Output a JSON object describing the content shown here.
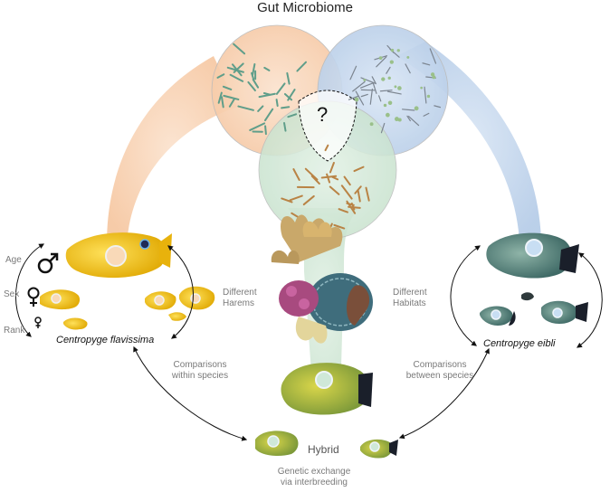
{
  "title": "Gut Microbiome",
  "question_mark": "?",
  "left_axis": {
    "age": "Age",
    "sex": "Sex",
    "rank": "Rank"
  },
  "left_species": "Centropyge flavissima",
  "right_species": "Centropyge eibli",
  "different_harems": [
    "Different",
    "Harems"
  ],
  "different_habitats": [
    "Different",
    "Habitats"
  ],
  "within_species": [
    "Comparisons",
    "within species"
  ],
  "between_species": [
    "Comparisons",
    "between species"
  ],
  "hybrid": "Hybrid",
  "genetic_exchange": [
    "Genetic exchange",
    "via interbreeding"
  ],
  "colors": {
    "orange_beam": "#f7c9a6",
    "blue_beam": "#b9cfe9",
    "green_beam": "#c8e3cf",
    "yellow_fish": "#f1c61a",
    "microbe_green": "#5f9e8a",
    "microbe_brown": "#b98345"
  }
}
